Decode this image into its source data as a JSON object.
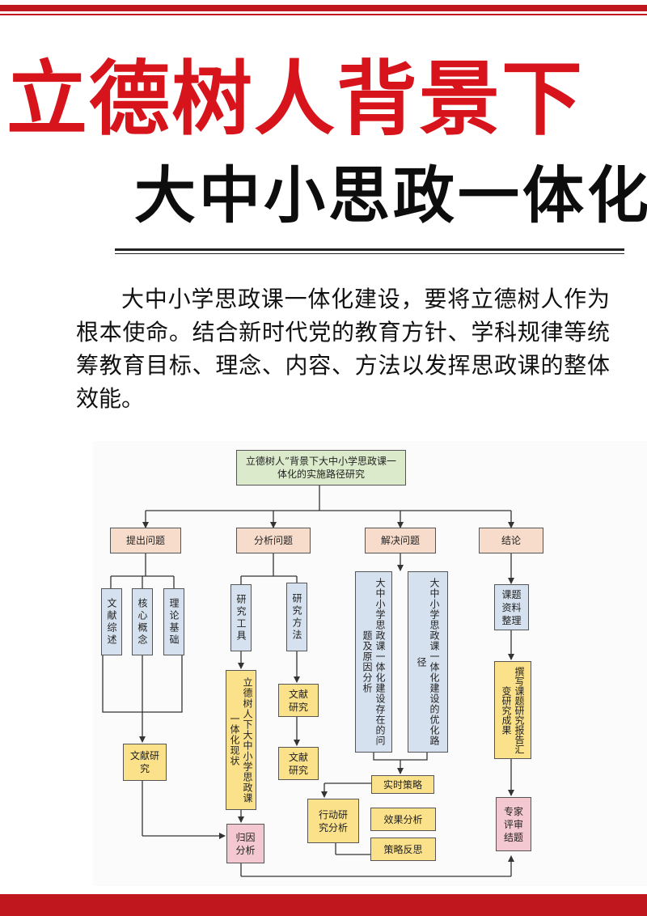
{
  "title": {
    "line1": "立德树人背景下",
    "line2": "大中小思政一体化"
  },
  "intro_text": "大中小学思政课一体化建设，要将立德树人作为根本使命。结合新时代党的教育方针、学科规律等统筹教育目标、理念、内容、方法以发挥思政课的整体效能。",
  "diagram": {
    "root": "立德树人”背景下大中小学思政课一体化的实施路径研究",
    "stages": {
      "s1": "提出问题",
      "s2": "分析问题",
      "s3": "解决问题",
      "s4": "结论"
    },
    "nodes": {
      "wenxian_zongshu": "文献综述",
      "hexin_gainian": "核心概念",
      "lilun_jichu": "理论基础",
      "wenxian_yanjiu_1": "文献研究",
      "yanjiu_gongju": "研究工具",
      "yanjiu_fangfa": "研究方法",
      "xianzhuang": "立德树人下大中小学思政课一体化现状",
      "wenxian_yanjiu_2": "文献研究",
      "wenxian_yanjiu_3": "文献研究",
      "guiyin_fenxi": "归因分析",
      "wenti_yuanyin": "大中小学思政课一体化建设存在的问题及原因分析",
      "youhua_lujing": "大中小学思政课一体化建设的优化路径",
      "shishi_celue": "实时策略",
      "xingdong_yanjiu": "行动研究分析",
      "xiaoguo_fenxi": "效果分析",
      "celue_fansi": "策略反思",
      "ketizhengli": "课题资料整理",
      "baogao": "撰写课题研究报告汇变研究成果",
      "zhuanjia_pingshen": "专家评审结题"
    }
  }
}
